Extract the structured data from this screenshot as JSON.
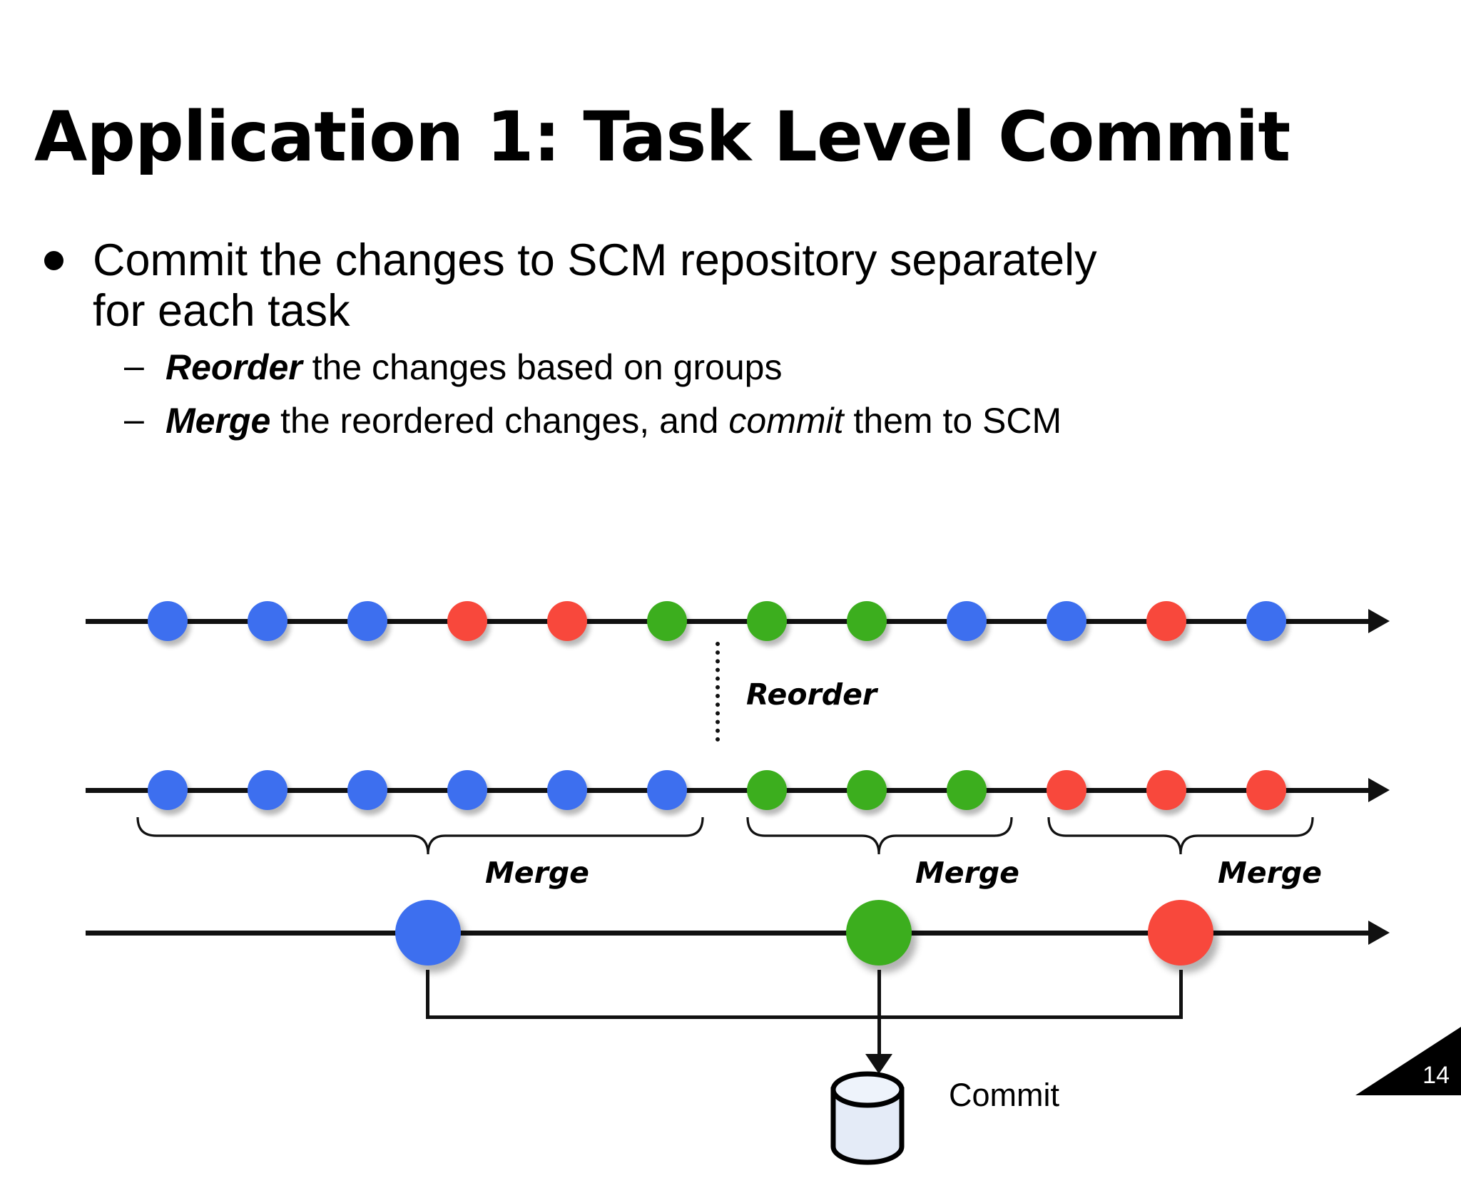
{
  "slide": {
    "title": "Application 1: Task Level Commit",
    "page_number": "14",
    "background": "#ffffff"
  },
  "bullets": {
    "main": {
      "line1": "Commit the changes to SCM repository separately",
      "line2": "for each task"
    },
    "sub": [
      {
        "dash": "–",
        "lead": "Reorder",
        "rest": " the changes based on groups"
      },
      {
        "dash": "–",
        "lead": "Merge",
        "rest_a": " the reordered changes, and ",
        "emph": "commit",
        "rest_b": " them to SCM"
      }
    ]
  },
  "diagram": {
    "colors": {
      "blue": "#3d6fef",
      "red": "#f8483c",
      "green": "#3cae1e",
      "line": "#111111",
      "cylinder_fill": "#e4ebf7"
    },
    "reorder_label": "Reorder",
    "merge_labels": [
      "Merge",
      "Merge",
      "Merge"
    ],
    "commit_label": "Commit",
    "row1": {
      "name": "original-change-timeline",
      "nodes": [
        "blue",
        "blue",
        "blue",
        "red",
        "red",
        "green",
        "green",
        "green",
        "blue",
        "blue",
        "red",
        "blue"
      ]
    },
    "row2": {
      "name": "reordered-change-timeline",
      "nodes": [
        "blue",
        "blue",
        "blue",
        "blue",
        "blue",
        "blue",
        "green",
        "green",
        "green",
        "red",
        "red",
        "red"
      ]
    },
    "row3": {
      "name": "merged-commit-timeline",
      "nodes": [
        "blue",
        "green",
        "red"
      ]
    }
  }
}
